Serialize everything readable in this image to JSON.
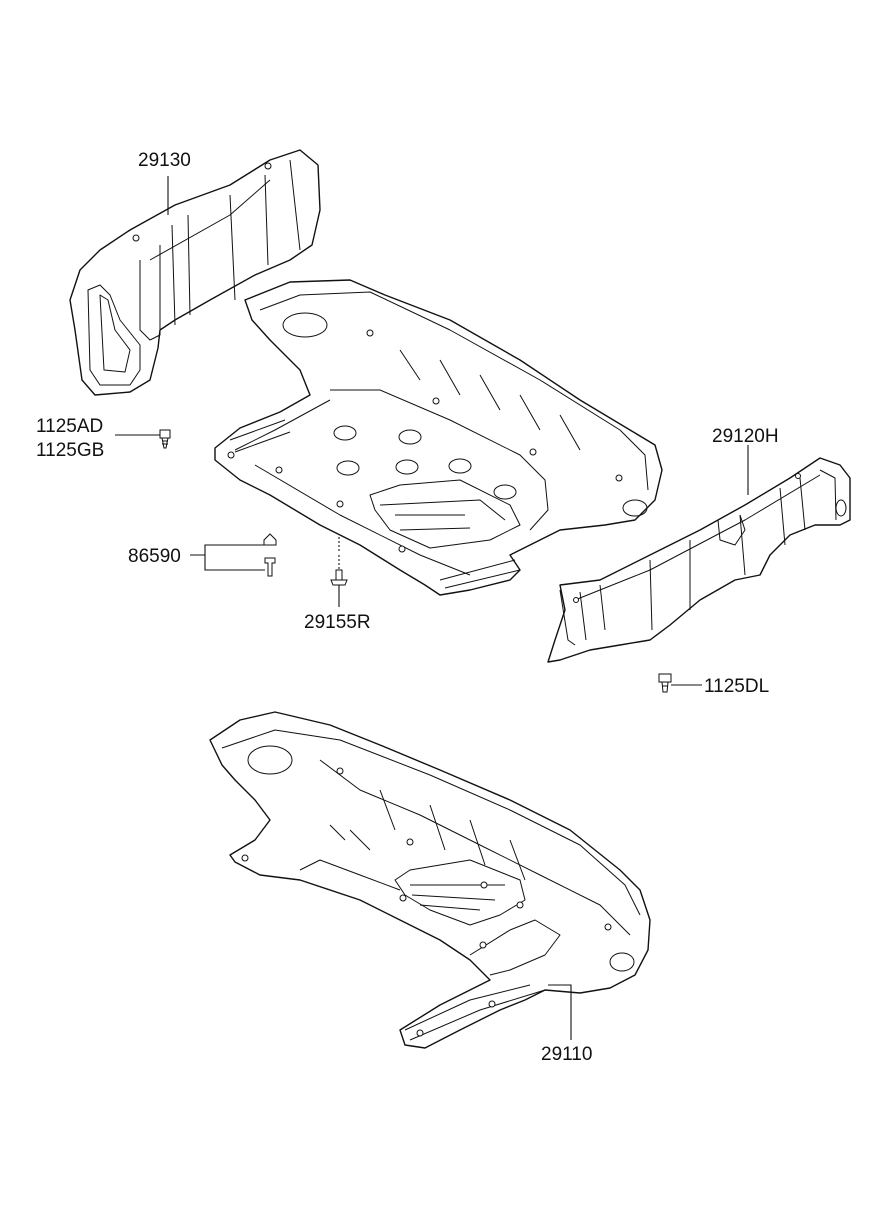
{
  "diagram": {
    "labels": {
      "p29130": "29130",
      "p1125AD": "1125AD",
      "p1125GB": "1125GB",
      "p29120H": "29120H",
      "p86590": "86590",
      "p29155R": "29155R",
      "p1125DL": "1125DL",
      "p29110": "29110"
    }
  }
}
